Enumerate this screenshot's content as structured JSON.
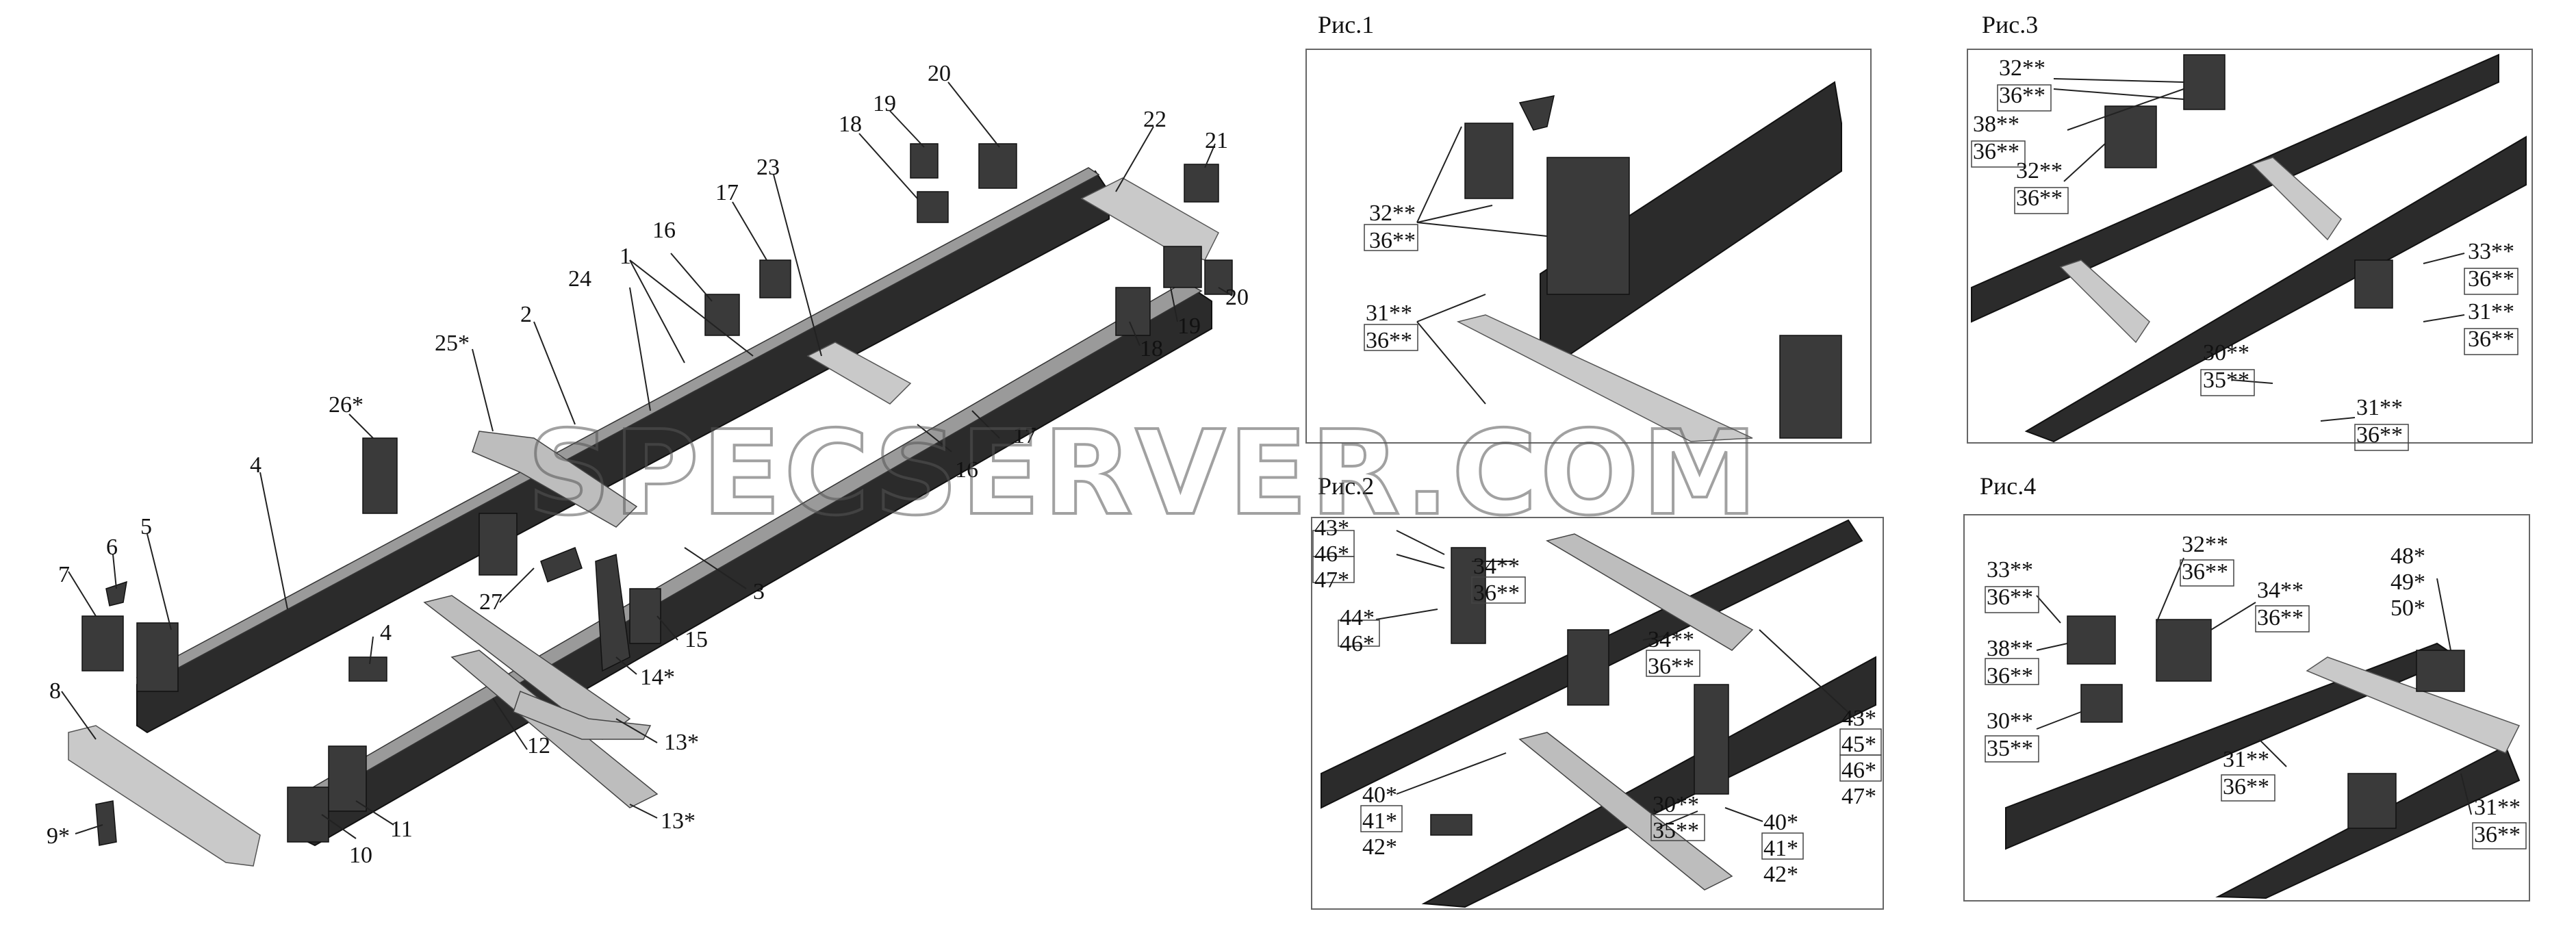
{
  "watermark": "SPECSERVER.COM",
  "figures": {
    "fig1": "Рис.1",
    "fig2": "Рис.2",
    "fig3": "Рис.3",
    "fig4": "Рис.4"
  },
  "main_labels": [
    "1",
    "2",
    "3",
    "4",
    "4",
    "5",
    "6",
    "7",
    "8",
    "9*",
    "10",
    "11",
    "12",
    "13*",
    "13*",
    "14*",
    "15",
    "16",
    "16",
    "17",
    "17",
    "18",
    "18",
    "19",
    "19",
    "20",
    "20",
    "21",
    "22",
    "23",
    "24",
    "25*",
    "26*",
    "27"
  ],
  "fig1_labels": [
    "32**",
    "36**",
    "31**",
    "36**"
  ],
  "fig2_labels": [
    "43*",
    "46*",
    "47*",
    "44*",
    "46*",
    "34**",
    "36**",
    "34**",
    "36**",
    "43*",
    "45*",
    "46*",
    "47*",
    "40*",
    "41*",
    "42*",
    "30**",
    "35**",
    "40*",
    "41*",
    "42*"
  ],
  "fig3_labels": [
    "32**",
    "36**",
    "38**",
    "36**",
    "32**",
    "36**",
    "33**",
    "36**",
    "31**",
    "36**",
    "30**",
    "35**",
    "31**",
    "36**"
  ],
  "fig4_labels": [
    "33**",
    "36**",
    "32**",
    "36**",
    "34**",
    "36**",
    "48*",
    "49*",
    "50*",
    "38**",
    "36**",
    "30**",
    "35**",
    "31**",
    "36**",
    "31**",
    "36**"
  ]
}
